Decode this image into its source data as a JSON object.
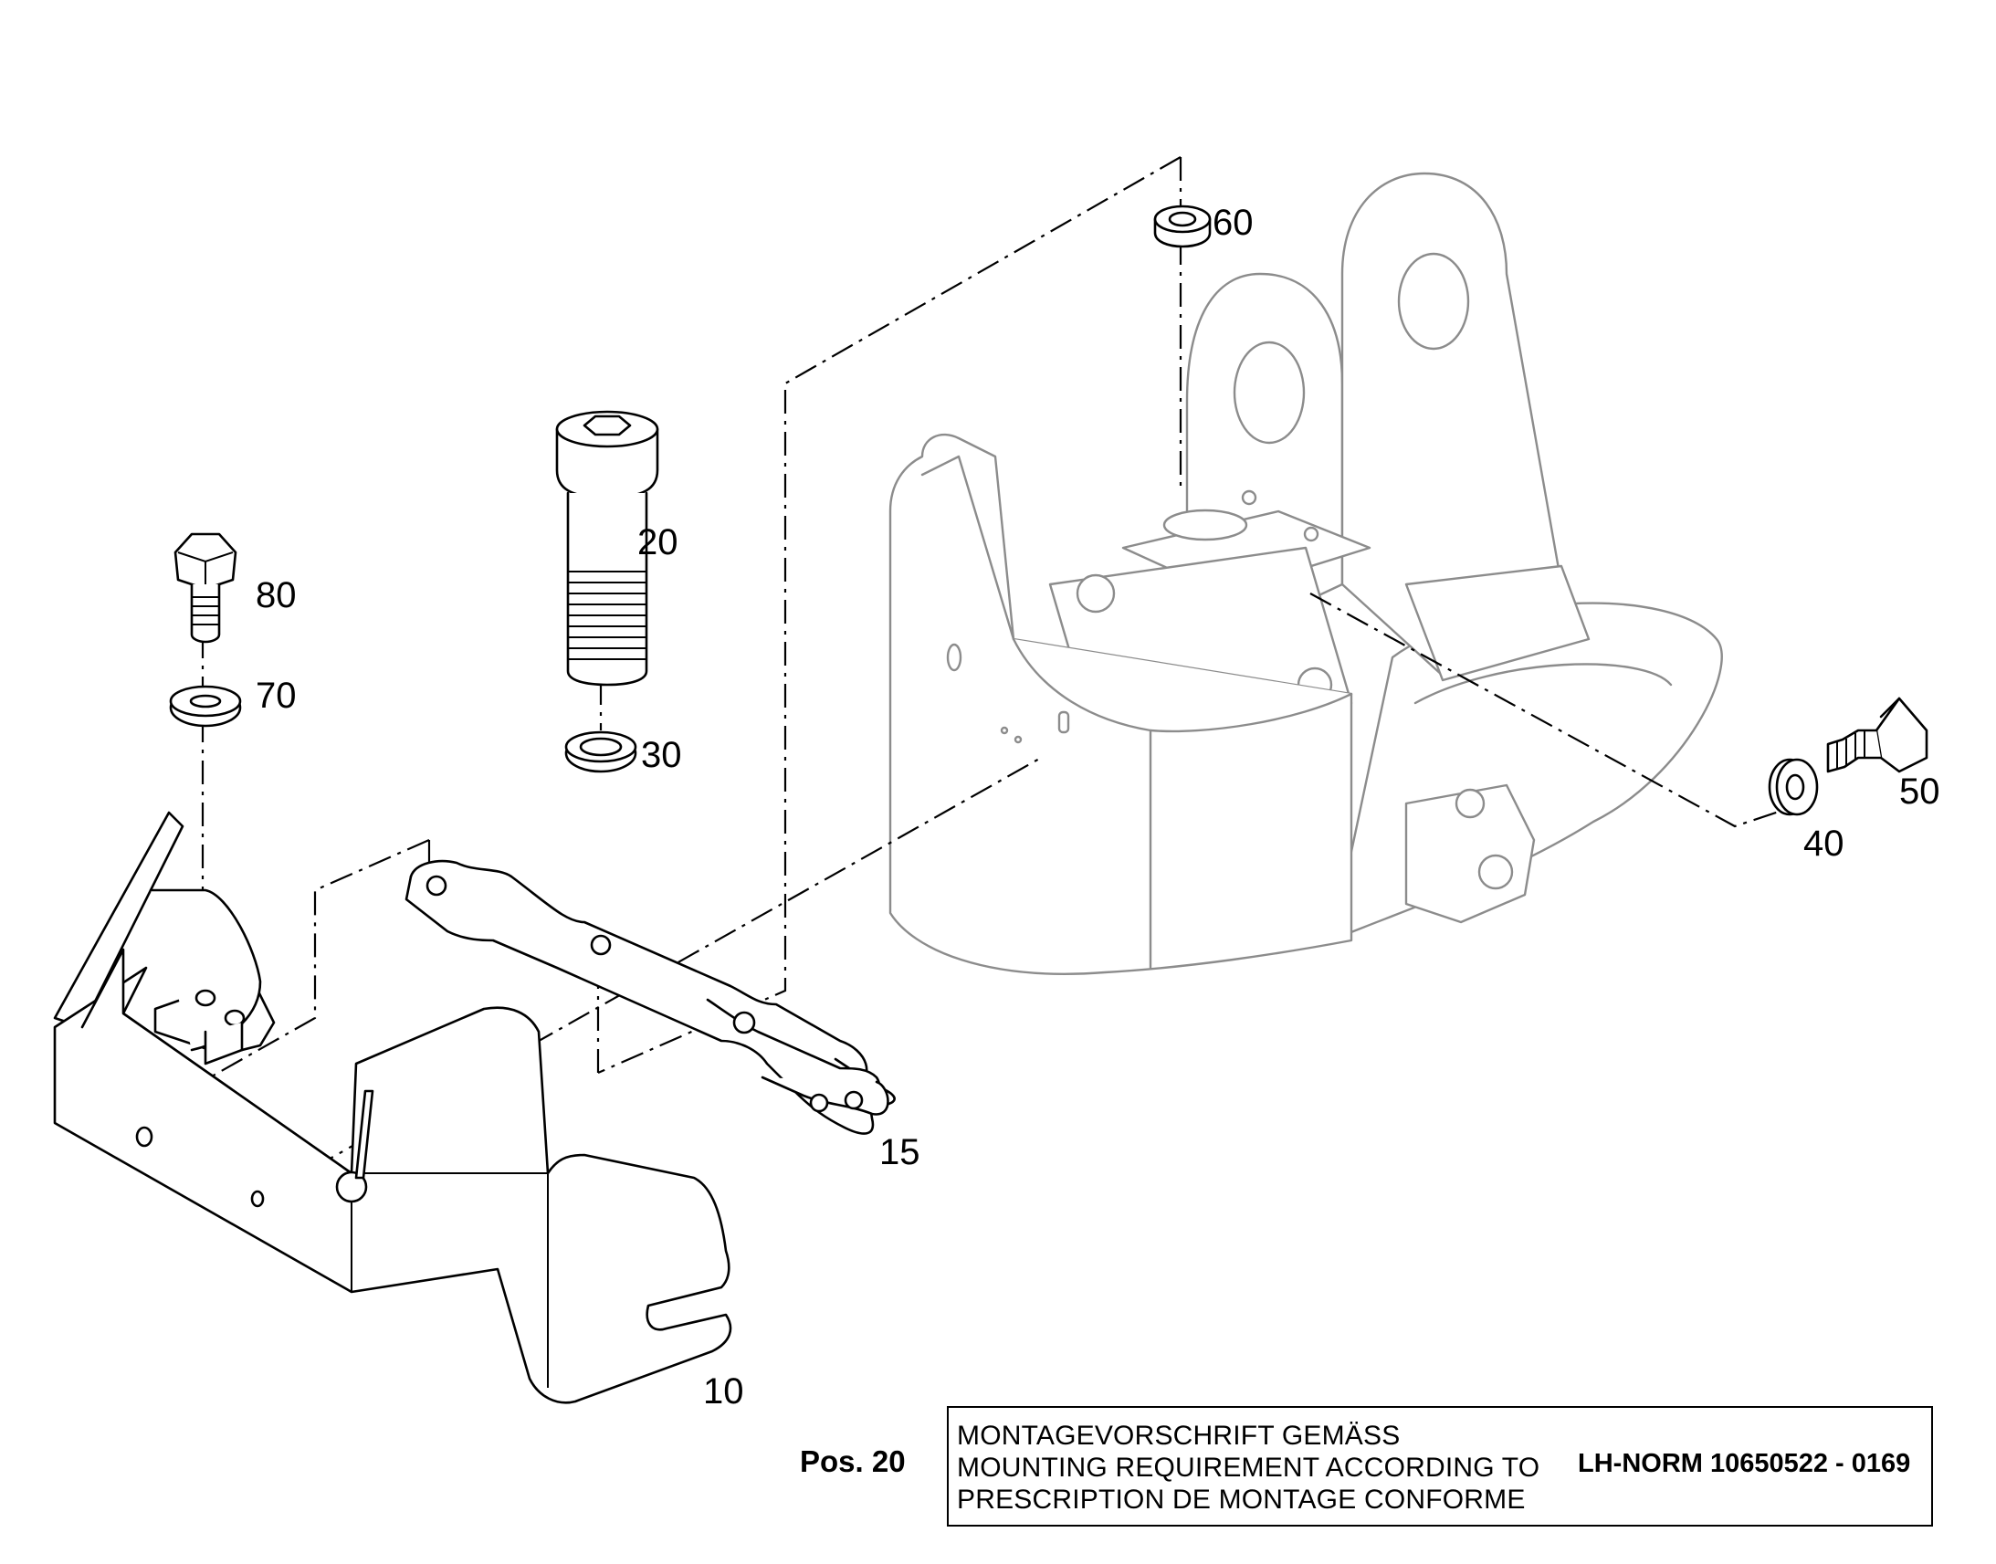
{
  "callouts": {
    "c10": "10",
    "c15": "15",
    "c20": "20",
    "c30": "30",
    "c40": "40",
    "c50": "50",
    "c60": "60",
    "c70": "70",
    "c80": "80"
  },
  "note": {
    "position_label": "Pos. 20",
    "lines": [
      "MONTAGEVORSCHRIFT GEMÄSS",
      "MOUNTING REQUIREMENT ACCORDING TO",
      "PRESCRIPTION DE MONTAGE CONFORME"
    ],
    "reference": "LH-NORM 10650522 - 0169"
  }
}
